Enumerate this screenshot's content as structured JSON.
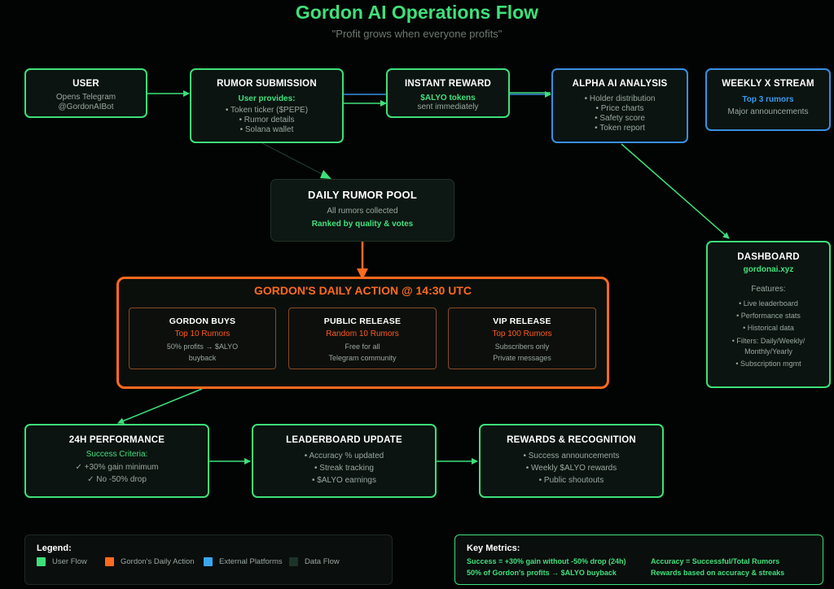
{
  "header": {
    "title": "Gordon AI Operations Flow",
    "subtitle": "\"Profit grows when everyone profits\""
  },
  "user": {
    "title": "USER",
    "lines": [
      "Opens Telegram",
      "@GordonAIBot"
    ]
  },
  "submission": {
    "title": "RUMOR SUBMISSION",
    "highlight": "User provides:",
    "items": [
      "• Token ticker ($PEPE)",
      "• Rumor details",
      "• Solana wallet"
    ]
  },
  "reward": {
    "title": "INSTANT REWARD",
    "highlight": "$ALYO tokens",
    "line": "sent immediately"
  },
  "alpha": {
    "title": "ALPHA AI ANALYSIS",
    "items": [
      "• Holder distribution",
      "• Price charts",
      "• Safety score",
      "• Token report"
    ]
  },
  "stream": {
    "title": "WEEKLY X STREAM",
    "highlight": "Top 3 rumors",
    "line": "Major announcements"
  },
  "pool": {
    "title": "DAILY RUMOR POOL",
    "line": "All rumors collected",
    "highlight": "Ranked by quality & votes"
  },
  "dashboard": {
    "title": "DASHBOARD",
    "highlight": "gordonai.xyz",
    "features_label": "Features:",
    "items": [
      "• Live leaderboard",
      "• Performance stats",
      "• Historical data",
      "• Filters: Daily/Weekly/",
      "Monthly/Yearly",
      "• Subscription mgmt"
    ]
  },
  "action": {
    "title": "GORDON'S DAILY ACTION @ 14:30 UTC",
    "buys": {
      "title": "GORDON BUYS",
      "highlight": "Top 10 Rumors",
      "lines": [
        "50% profits → $ALYO",
        "buyback"
      ]
    },
    "public": {
      "title": "PUBLIC RELEASE",
      "highlight": "Random 10 Rumors",
      "lines": [
        "Free for all",
        "Telegram community"
      ]
    },
    "vip": {
      "title": "VIP RELEASE",
      "highlight": "Top 100 Rumors",
      "lines": [
        "Subscribers only",
        "Private messages"
      ]
    }
  },
  "performance": {
    "title": "24H PERFORMANCE",
    "highlight": "Success Criteria:",
    "lines": [
      "✓ +30% gain minimum",
      "✓ No -50% drop"
    ]
  },
  "leaderboard": {
    "title": "LEADERBOARD UPDATE",
    "items": [
      "• Accuracy % updated",
      "• Streak tracking",
      "• $ALYO earnings"
    ]
  },
  "rewards": {
    "title": "REWARDS & RECOGNITION",
    "items": [
      "• Success announcements",
      "• Weekly $ALYO rewards",
      "• Public shoutouts"
    ]
  },
  "legend": {
    "title": "Legend:",
    "items": [
      {
        "label": "User Flow",
        "color": "#3ee07a"
      },
      {
        "label": "Gordon's Daily Action",
        "color": "#ff6a1f"
      },
      {
        "label": "External Platforms",
        "color": "#3aa7f0"
      },
      {
        "label": "Data Flow",
        "color": "#1c3328"
      }
    ]
  },
  "metrics": {
    "title": "Key Metrics:",
    "items": [
      "Success = +30% gain without -50% drop (24h)",
      "Accuracy = Successful/Total Rumors",
      "50% of Gordon's profits → $ALYO buyback",
      "Rewards based on accuracy & streaks"
    ]
  },
  "colors": {
    "green": "#3ee07a",
    "orange": "#ff6a1f",
    "blue": "#3a8fe0"
  }
}
